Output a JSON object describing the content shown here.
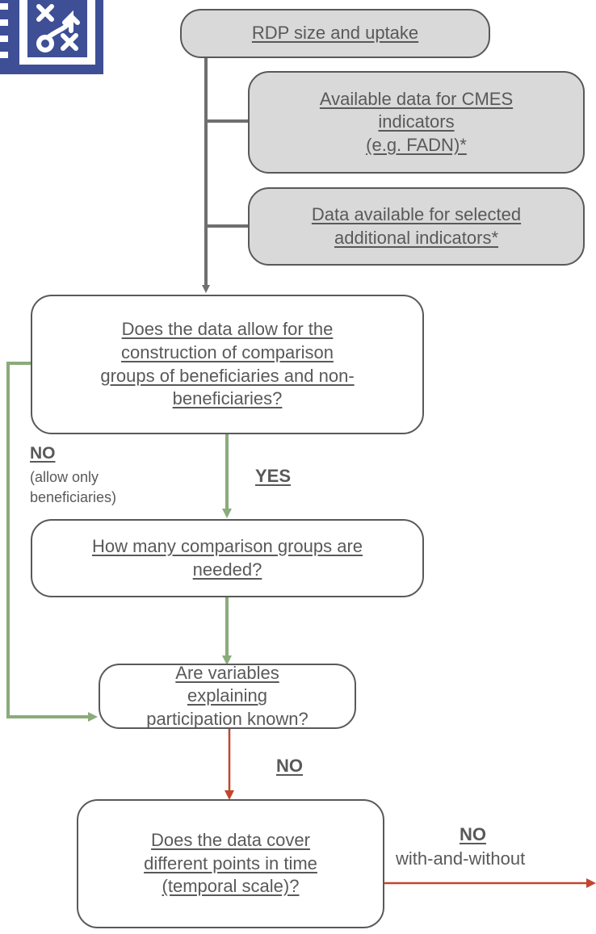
{
  "colors": {
    "grey_line": "#6f6f6f",
    "green_line": "#8aab7a",
    "red_line": "#c0472e",
    "text": "#595959",
    "box_fill_grey": "#d9d9d9",
    "icon_blue": "#3e4f96"
  },
  "icon": "strategy-plan-icon",
  "nodes": {
    "rdp": {
      "lines": [
        "RDP size and uptake"
      ]
    },
    "cmes": {
      "lines": [
        "Available data for CMES",
        "indicators",
        "(e.g. FADN)*"
      ]
    },
    "additional": {
      "lines": [
        "Data available for selected",
        "additional indicators*"
      ]
    },
    "comparison": {
      "lines": [
        "Does the data allow for the",
        "construction of comparison",
        "groups of beneficiaries and non-",
        "beneficiaries?"
      ]
    },
    "how_many": {
      "lines": [
        "How many comparison groups are",
        "needed?"
      ]
    },
    "variables": {
      "lines": [
        "Are variables",
        "explaining",
        "participation known?"
      ]
    },
    "temporal": {
      "lines": [
        "Does the  data cover",
        "different points in time",
        "(temporal scale)?"
      ]
    }
  },
  "labels": {
    "no1": "NO",
    "no1_note_1": "(allow only",
    "no1_note_2": "beneficiaries)",
    "yes": "YES",
    "no2": "NO",
    "no3": "NO",
    "no3_note": "with-and-without"
  }
}
